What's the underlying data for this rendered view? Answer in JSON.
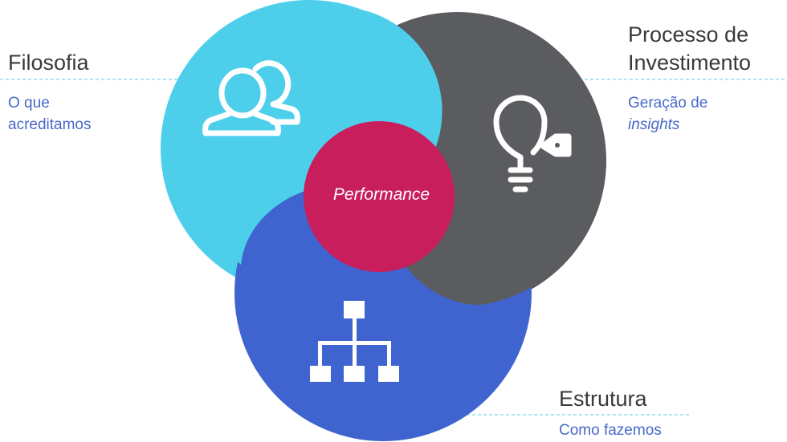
{
  "center": {
    "label": "Performance"
  },
  "filosofia": {
    "title": "Filosofia",
    "subtitle": [
      "O que",
      "acreditamos"
    ]
  },
  "processo": {
    "title": [
      "Processo de",
      "Investimento"
    ],
    "subtitle_plain": "Geração de",
    "subtitle_italic": "insights"
  },
  "estrutura": {
    "title": "Estrutura",
    "subtitle": "Como fazemos"
  },
  "icons": {
    "filosofia": "people-icon",
    "processo": "lightbulb-tag-icon",
    "estrutura": "org-chart-icon"
  },
  "colors": {
    "filosofia": "#4dcfec",
    "processo": "#5b5c60",
    "estrutura": "#3f64cf",
    "performance": "#c81e5c",
    "leader_line": "#7fd4e6",
    "subtitle_text": "#4869c9",
    "title_text": "#3a3a3a"
  }
}
